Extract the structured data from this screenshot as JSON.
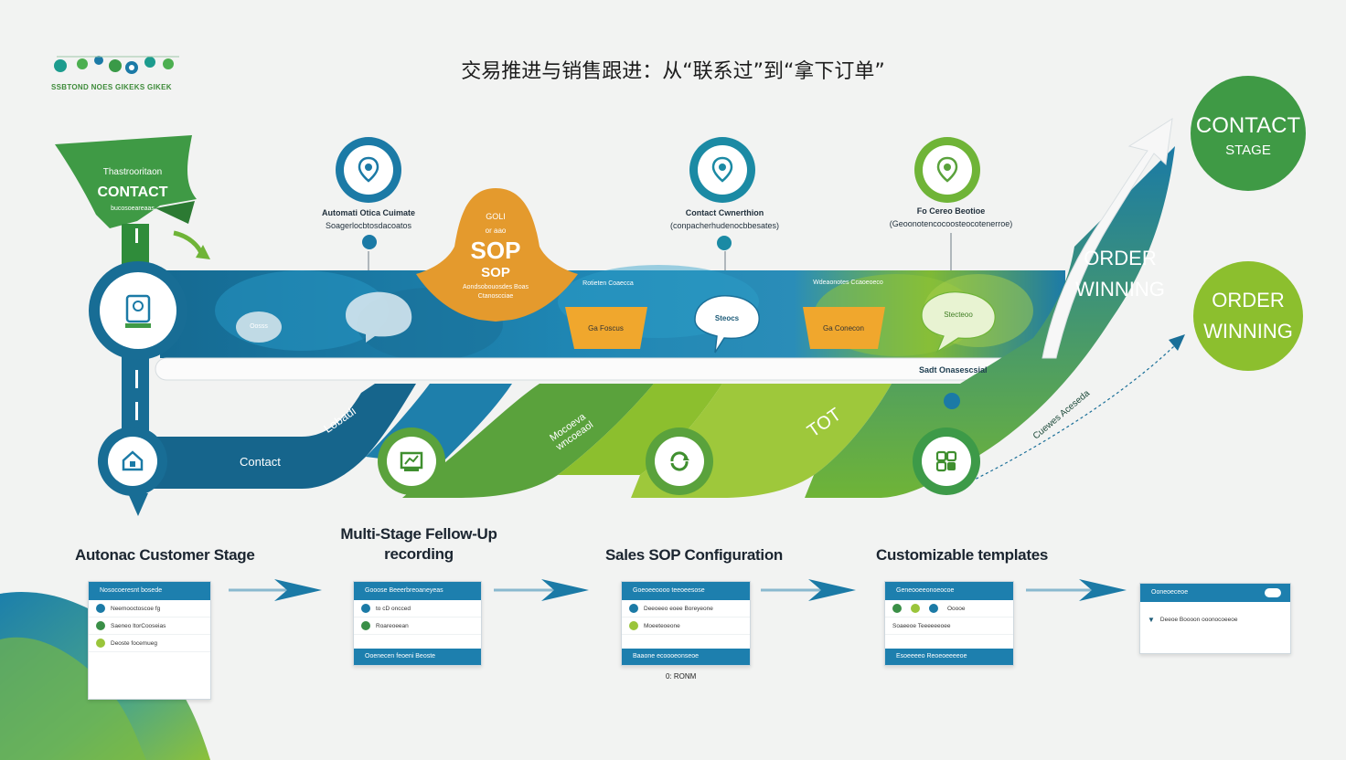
{
  "header": {
    "title": "交易推进与销售跟进：从“联系过”到“拿下订单”",
    "logo_text": "SSBTOND NOES GIKEKS GIKEK"
  },
  "flow": {
    "start_banner": {
      "top": "Thastrooritaon",
      "main": "CONTACT",
      "sub": "bucosoeareaas"
    },
    "top_nodes": [
      {
        "name": "Automati Otica Cuimate",
        "desc": "Soagerlocbtosdacoatos"
      },
      {
        "name": "Contact Cwnerthion",
        "desc": "(conpacherhudenocbbesates)"
      },
      {
        "name": "Fo Cereo Beotioe",
        "desc": "(Geoonotencocoosteocotenerroe)"
      }
    ],
    "sop_drop": {
      "line1": "GOLI",
      "line2": "or aao",
      "big": "SOP",
      "mid": "SOP",
      "sub1": "Aondsobouosdes Boas",
      "sub2": "Ctanoscciae"
    },
    "band_labels": {
      "bubble1": "Oosss",
      "text2": "Rotieten Coaecca",
      "funnel1": "Ga Foscus",
      "bubble3": "Steocs",
      "text4": "Wdeaonotes Ccaoeoeco",
      "funnel2": "Ga Conecon",
      "bubble5": "Stecteoo",
      "bar": "Sadt Onasescsial"
    },
    "lower_labels": {
      "contact": "Contact",
      "diag1": "Lobadi",
      "diag2": "Mocoeva wncoeaol",
      "diag3": "TOT",
      "diag4": "Cuewes Aceseda"
    },
    "order_text": [
      "ORDER",
      "WINNING"
    ]
  },
  "badges": {
    "contact_stage": {
      "line1": "CONTACT",
      "line2": "STAGE"
    },
    "order_winning": {
      "line1": "ORDER",
      "line2": "WINNING"
    }
  },
  "steps": [
    {
      "label": "Autonac Customer Stage"
    },
    {
      "label": "Multi-Stage Fellow-Up recording"
    },
    {
      "label": "Sales SOP Configuration"
    },
    {
      "label": "Customizable templates"
    }
  ],
  "cards": [
    {
      "header": "Nosocoeresnt bosede",
      "rows": [
        "Neemooctoscoe fg",
        "Saeneo ltorCooseias",
        "Deoste focemueg"
      ],
      "footer": ""
    },
    {
      "header": "Gooose Beeerbreoaneyeas",
      "rows": [
        "to cD oncced",
        "Roareoeean"
      ],
      "footer": "Ooenecen feoeni Beoste"
    },
    {
      "header": "Goeoeeoooo teeoeesose",
      "rows": [
        "Deeoeeo eoee  Boreyeone",
        "Moeeteoeone"
      ],
      "footer": "Baaone ecoooeonseoe",
      "note": "0: RONM"
    },
    {
      "header": "Geneooeeonoeocoe",
      "rows": [
        "Ooooe",
        "Soaeeoe  Teeeeeeoee"
      ],
      "footer": "Esoeeeeo Reoeoeeeeoe"
    },
    {
      "header": "Ooneoeceoe",
      "rows": [
        "Deeoe Boooon ooonocoeeoe"
      ],
      "footer": ""
    }
  ],
  "colors": {
    "teal": "#1b80ad",
    "dark_teal": "#17607f",
    "green": "#8cbf2e",
    "orange": "#e49a2d",
    "dark_green": "#3a9a48"
  }
}
